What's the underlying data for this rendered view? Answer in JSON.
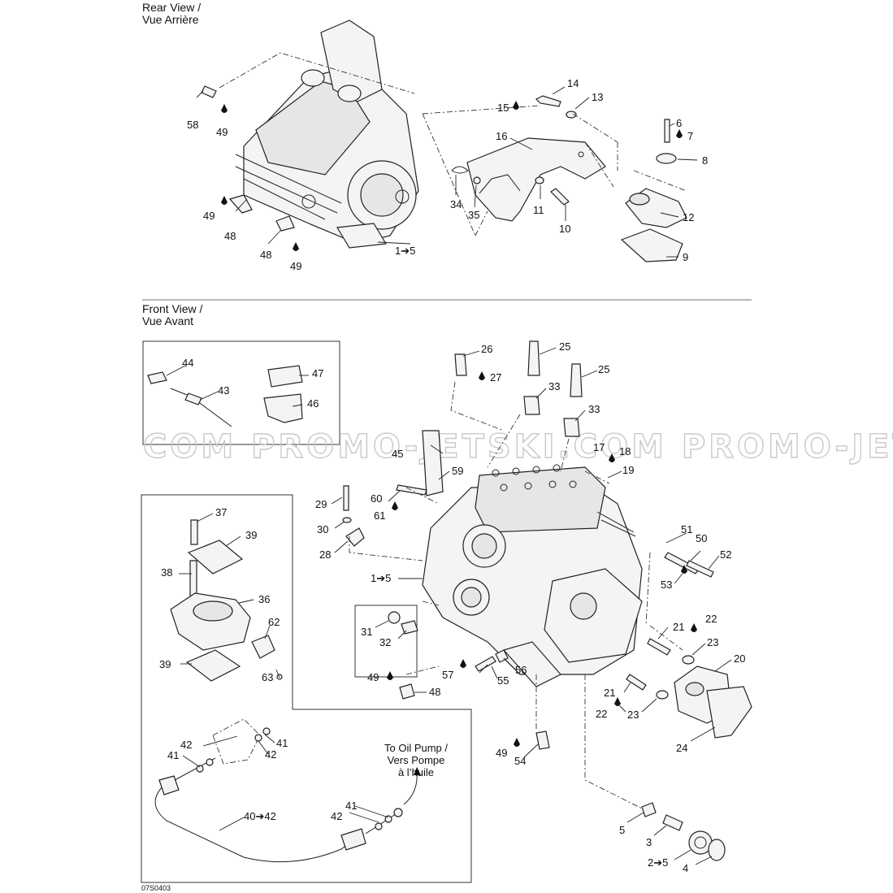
{
  "sections": {
    "rear": {
      "title_line1": "Rear View /",
      "title_line2": "Vue Arrière"
    },
    "front": {
      "title_line1": "Front View /",
      "title_line2": "Vue Avant"
    }
  },
  "watermark": "COM  PROMO-JETSKI.COM  PROMO-JETSKI",
  "oil_pump_note": {
    "line1": "To Oil Pump /",
    "line2": "Vers Pompe",
    "line3": "à l’huile"
  },
  "diagram_code": "07S0403",
  "callouts": {
    "c14": "14",
    "c13": "13",
    "c15": "15",
    "c16": "16",
    "c6": "6",
    "c7": "7",
    "c8": "8",
    "c12": "12",
    "c9": "9",
    "c11": "11",
    "c10": "10",
    "c34": "34",
    "c35": "35",
    "c58": "58",
    "c49a": "49",
    "c49b": "49",
    "c48a": "48",
    "c48b": "48",
    "c49c": "49",
    "c1to5a": "1➔5",
    "c26": "26",
    "c27": "27",
    "c25a": "25",
    "c25b": "25",
    "c33a": "33",
    "c33b": "33",
    "c44": "44",
    "c43": "43",
    "c47": "47",
    "c46": "46",
    "c45": "45",
    "c17": "17",
    "c18": "18",
    "c19": "19",
    "c59": "59",
    "c60": "60",
    "c61": "61",
    "c29": "29",
    "c30": "30",
    "c28": "28",
    "c1to5b": "1➔5",
    "c31": "31",
    "c32": "32",
    "c37": "37",
    "c39a": "39",
    "c38": "38",
    "c36": "36",
    "c62": "62",
    "c39b": "39",
    "c63": "63",
    "c51": "51",
    "c50": "50",
    "c52": "52",
    "c53": "53",
    "c21a": "21",
    "c22a": "22",
    "c23a": "23",
    "c20": "20",
    "c57": "57",
    "c55": "55",
    "c56": "56",
    "c49d": "49",
    "c48c": "48",
    "c21b": "21",
    "c22b": "22",
    "c23b": "23",
    "c24": "24",
    "c49e": "49",
    "c54": "54",
    "c42a": "42",
    "c41a": "41",
    "c41b": "41",
    "c42b": "42",
    "c40to42": "40➔42",
    "c42c": "42",
    "c41c": "41",
    "c5": "5",
    "c3": "3",
    "c2to5": "2➔5",
    "c4": "4"
  }
}
